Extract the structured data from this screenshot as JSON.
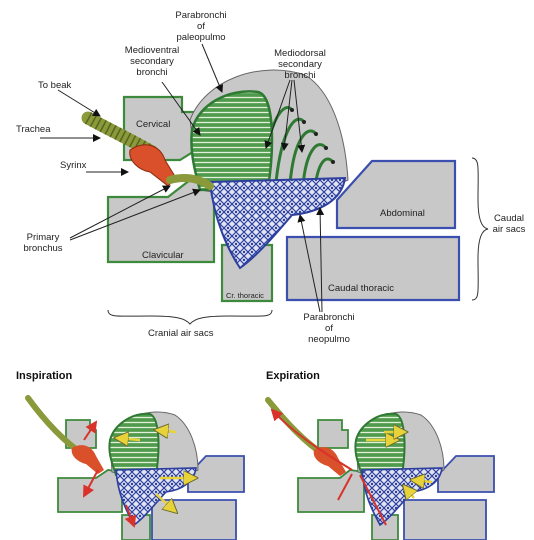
{
  "labels": {
    "parabronchi_paleopulmo": [
      "Parabronchi",
      "of",
      "paleopulmo"
    ],
    "medioventral": [
      "Medioventral",
      "secondary",
      "bronchi"
    ],
    "mediodorsal": [
      "Mediodorsal",
      "secondary",
      "bronchi"
    ],
    "to_beak": "To beak",
    "trachea": "Trachea",
    "syrinx": "Syrinx",
    "primary_bronchus": [
      "Primary",
      "bronchus"
    ],
    "cervical": "Cervical",
    "clavicular": "Clavicular",
    "cr_thoracic": "Cr. thoracic",
    "abdominal": "Abdominal",
    "caudal_thoracic": "Caudal thoracic",
    "caudal_air_sacs": [
      "Caudal",
      "air sacs"
    ],
    "cranial_air_sacs": "Cranial air sacs",
    "parabronchi_neopulmo": [
      "Parabronchi",
      "of",
      "neopulmo"
    ]
  },
  "panels": {
    "inspiration": "Inspiration",
    "expiration": "Expiration"
  },
  "colors": {
    "air_sac_fill": "#c8c8c8",
    "air_sac_green_outline": "#3d8a3d",
    "air_sac_blue_outline": "#3a4fae",
    "paleopulmo_green": "#2f7a33",
    "neopulmo_blue": "#2d3f9e",
    "trachea_green": "#8a9a3a",
    "syrinx_orange": "#d9502a",
    "arrow_red": "#d8322a",
    "arrow_yellow": "#e8d23a"
  }
}
